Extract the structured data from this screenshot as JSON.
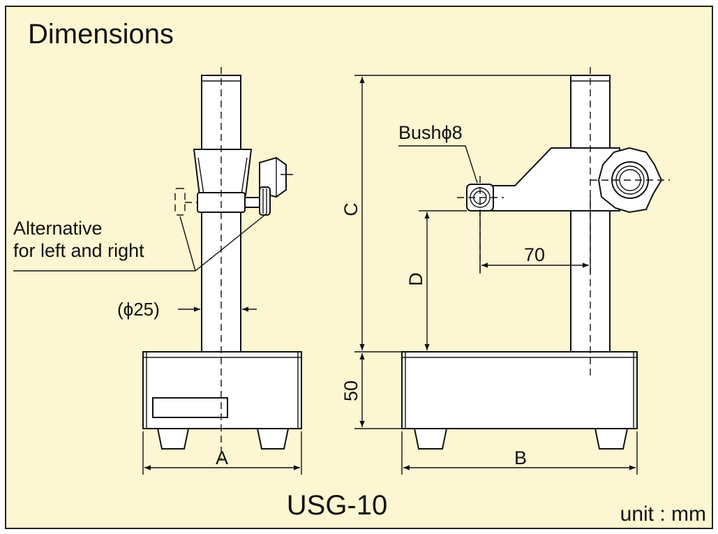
{
  "title": "Dimensions",
  "model": "USG-10",
  "unit_note": "unit : mm",
  "colors": {
    "background": "#fdf6d2",
    "line": "#111111",
    "part_fill": "#ffffff"
  },
  "left_view": {
    "callout_line1": "Alternative",
    "callout_line2": "for left and right",
    "column_diameter": "(ϕ25)",
    "width_label": "A"
  },
  "right_view": {
    "bush_label": "Bushϕ8",
    "arm_reach": "70",
    "height_label": "C",
    "depth_label": "D",
    "base_height": "50",
    "width_label": "B"
  }
}
